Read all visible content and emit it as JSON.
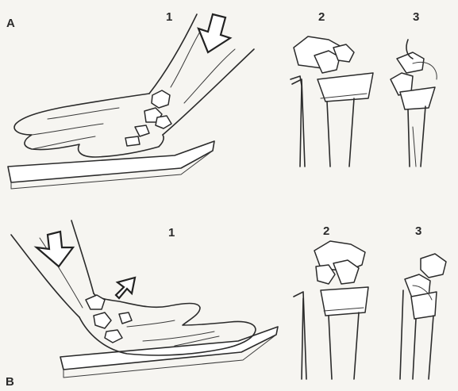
{
  "panels": [
    {
      "id": "A",
      "letter": "A",
      "views": [
        {
          "number": "1"
        },
        {
          "number": "2"
        },
        {
          "number": "3"
        }
      ]
    },
    {
      "id": "B",
      "letter": "B",
      "views": [
        {
          "number": "1"
        },
        {
          "number": "2"
        },
        {
          "number": "3"
        }
      ]
    }
  ]
}
